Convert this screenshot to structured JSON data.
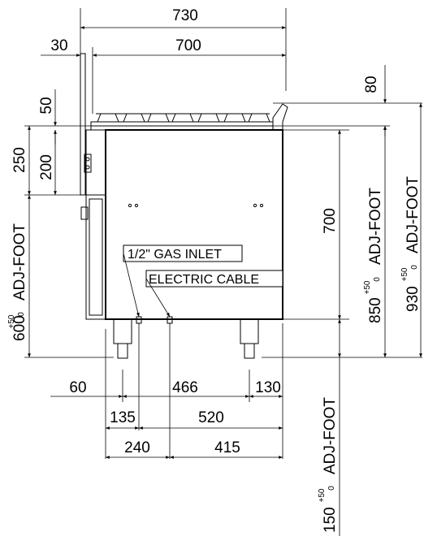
{
  "dimensions": {
    "top_width_total": "730",
    "top_offset": "30",
    "top_width_body": "700",
    "height_80": "80",
    "height_50": "50",
    "height_250": "250",
    "height_200": "200",
    "leg_600": "600",
    "body_700": "700",
    "body_850": "850",
    "total_930": "930",
    "foot_150": "150",
    "plus_tol": "+50",
    "zero_tol": "0",
    "adj_foot": "ADJ-FOOT",
    "bottom_60": "60",
    "bottom_466": "466",
    "bottom_130": "130",
    "bottom_135": "135",
    "bottom_520": "520",
    "bottom_240": "240",
    "bottom_415": "415"
  },
  "labels": {
    "gas_inlet": "1/2\" GAS INLET",
    "electric_cable": "ELECTRIC CABLE"
  }
}
